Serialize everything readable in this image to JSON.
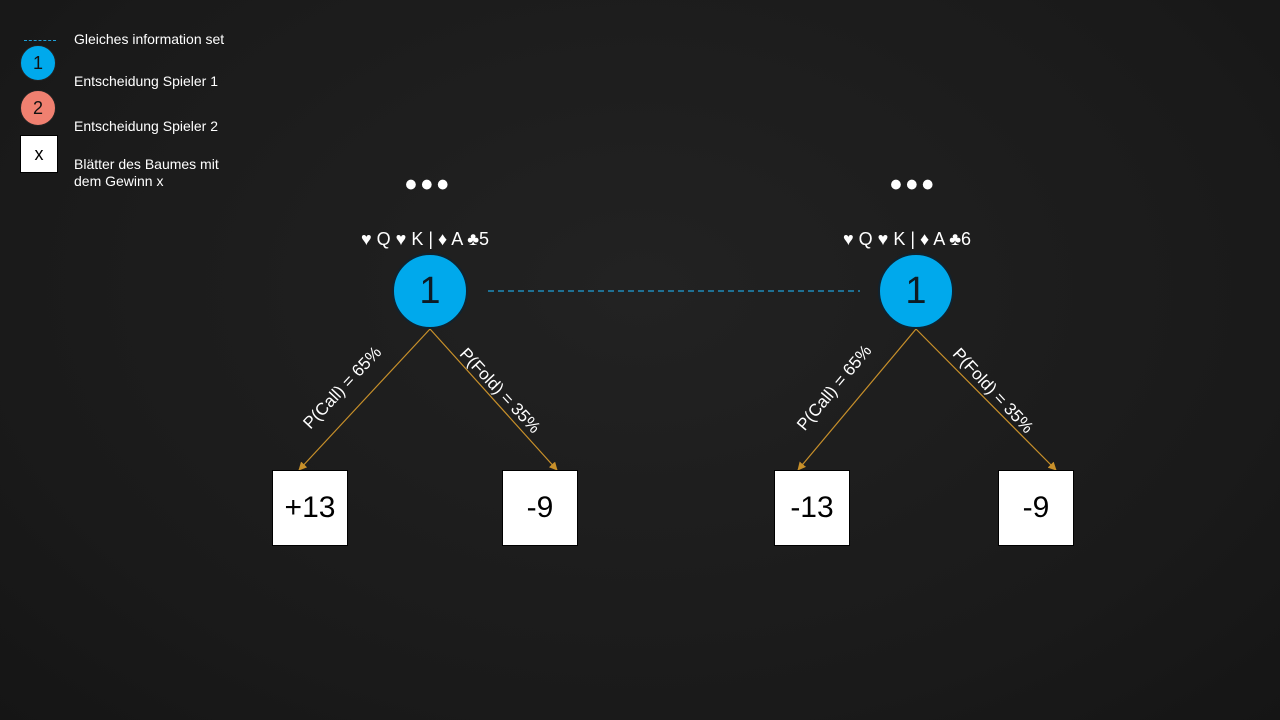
{
  "legend": {
    "info_set_label": "Gleiches information set",
    "player1_symbol": "1",
    "player1_label": "Entscheidung Spieler 1",
    "player2_symbol": "2",
    "player2_label": "Entscheidung Spieler 2",
    "leaf_symbol": "x",
    "leaf_label_line1": "Blätter des Baumes mit",
    "leaf_label_line2": "dem Gewinn x"
  },
  "colors": {
    "player1": "#00a9ec",
    "player2": "#f08070",
    "info_set_line": "#1e9fd8",
    "edge": "#c8902a"
  },
  "trees": [
    {
      "ellipsis": "•••",
      "hand": "♥ Q ♥ K | ♦ A ♣5",
      "node_label": "1",
      "call_label": "P(Call) = 65%",
      "fold_label": "P(Fold) = 35%",
      "call_payoff": "+13",
      "fold_payoff": "-9"
    },
    {
      "ellipsis": "•••",
      "hand": "♥ Q ♥ K | ♦ A ♣6",
      "node_label": "1",
      "call_label": "P(Call) = 65%",
      "fold_label": "P(Fold) = 35%",
      "call_payoff": "-13",
      "fold_payoff": "-9"
    }
  ]
}
